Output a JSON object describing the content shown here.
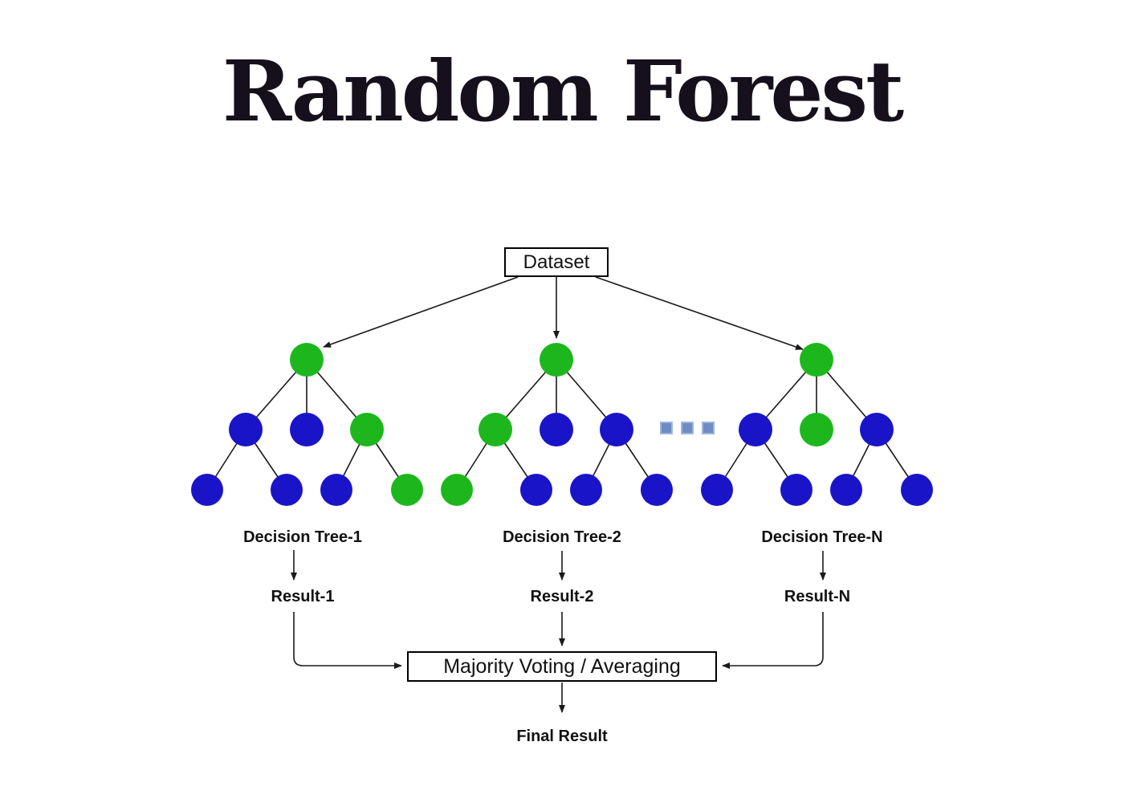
{
  "title": "Random Forest",
  "dataset": {
    "label": "Dataset"
  },
  "ellipsis": "...",
  "colors": {
    "green": "#1db71d",
    "blue": "#1a14c8",
    "line": "#1a1a1a",
    "dot_fill": "#6e8cc3",
    "dot_border": "#9fb6da",
    "title": "#15101c"
  },
  "trees": [
    {
      "label": "Decision Tree-1",
      "result": "Result-1",
      "root": "green",
      "level2": [
        "blue",
        "blue",
        "green"
      ],
      "level3": [
        "blue",
        "blue",
        "blue",
        "green"
      ]
    },
    {
      "label": "Decision Tree-2",
      "result": "Result-2",
      "root": "green",
      "level2": [
        "green",
        "blue",
        "blue"
      ],
      "level3": [
        "green",
        "blue",
        "blue",
        "blue"
      ]
    },
    {
      "label": "Decision Tree-N",
      "result": "Result-N",
      "root": "green",
      "level2": [
        "blue",
        "green",
        "blue"
      ],
      "level3": [
        "blue",
        "blue",
        "blue",
        "blue"
      ]
    }
  ],
  "aggregator": {
    "label": "Majority Voting / Averaging"
  },
  "final": {
    "label": "Final Result"
  }
}
